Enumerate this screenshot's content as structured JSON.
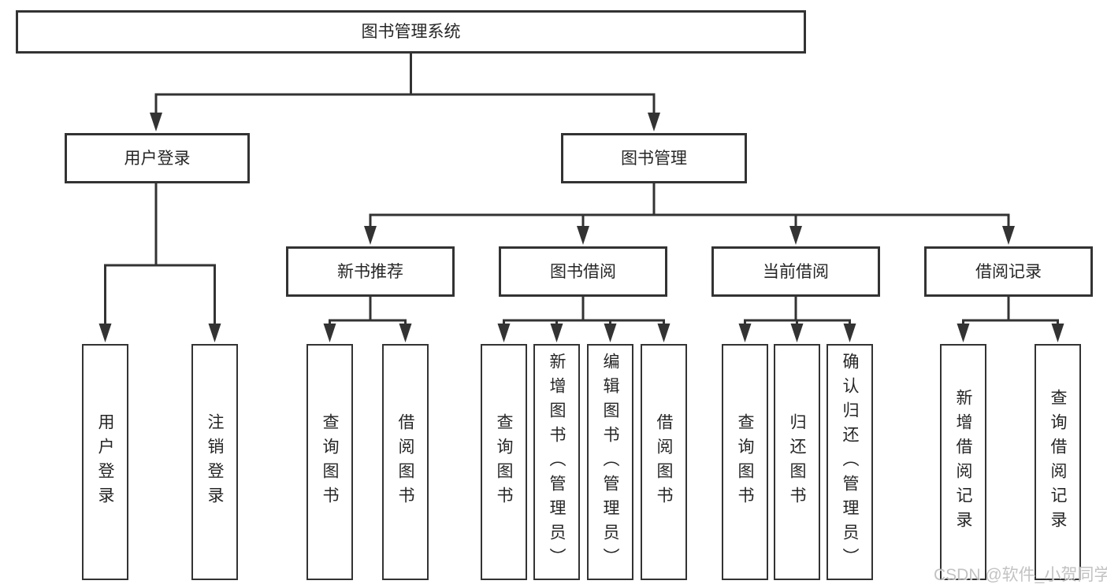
{
  "diagram_title": "图书管理系统",
  "colors": {
    "line": "#333333",
    "text": "#262626",
    "box_background": "#ffffff",
    "page_background": "#ffffff",
    "watermark": "#b8b8b8"
  },
  "tree": {
    "root": {
      "label": "图书管理系统"
    },
    "level2": [
      {
        "label": "用户登录",
        "children": [
          {
            "label": "用户登录"
          },
          {
            "label": "注销登录"
          }
        ]
      },
      {
        "label": "图书管理",
        "children": [
          {
            "label": "新书推荐",
            "children": [
              {
                "label": "查询图书"
              },
              {
                "label": "借阅图书"
              }
            ]
          },
          {
            "label": "图书借阅",
            "children": [
              {
                "label": "查询图书"
              },
              {
                "label": "新增图书（管理员）"
              },
              {
                "label": "编辑图书（管理员）"
              },
              {
                "label": "借阅图书"
              }
            ]
          },
          {
            "label": "当前借阅",
            "children": [
              {
                "label": "查询图书"
              },
              {
                "label": "归还图书"
              },
              {
                "label": "确认归还（管理员）"
              }
            ]
          },
          {
            "label": "借阅记录",
            "children": [
              {
                "label": "新增借阅记录"
              },
              {
                "label": "查询借阅记录"
              }
            ]
          }
        ]
      }
    ]
  },
  "watermark": {
    "text": "CSDN @软件_小贺同学"
  }
}
